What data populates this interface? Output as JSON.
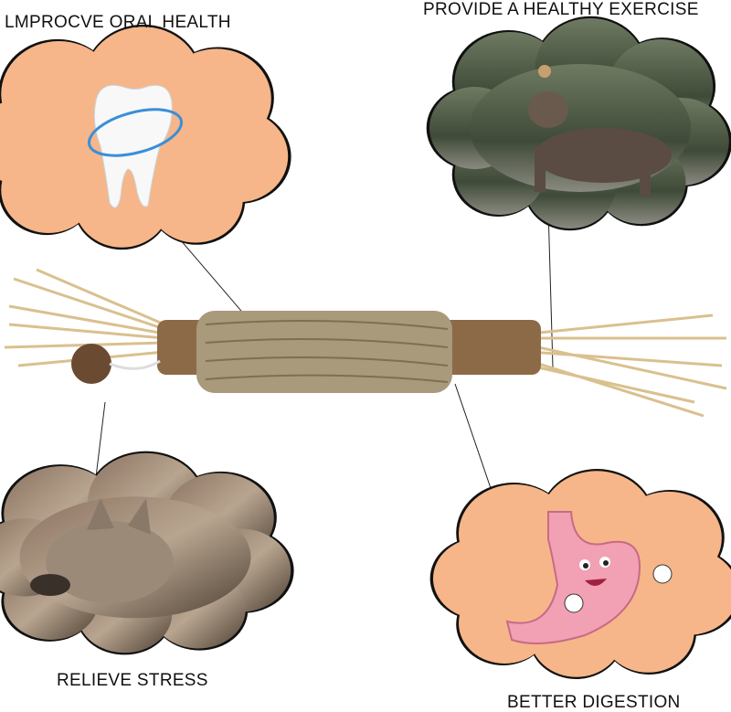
{
  "labels": {
    "oral_health": "LMPROCVE ORAL HEALTH",
    "exercise": "PROVIDE A HEALTHY EXERCISE",
    "stress": "RELIEVE STRESS",
    "digestion": "BETTER DIGESTION"
  },
  "colors": {
    "cloud_orange": "#F6B689",
    "cloud_outline": "#111111",
    "straw": "#E8D2A6",
    "wood": "#8C6A48",
    "jute": "#A89A7A"
  }
}
